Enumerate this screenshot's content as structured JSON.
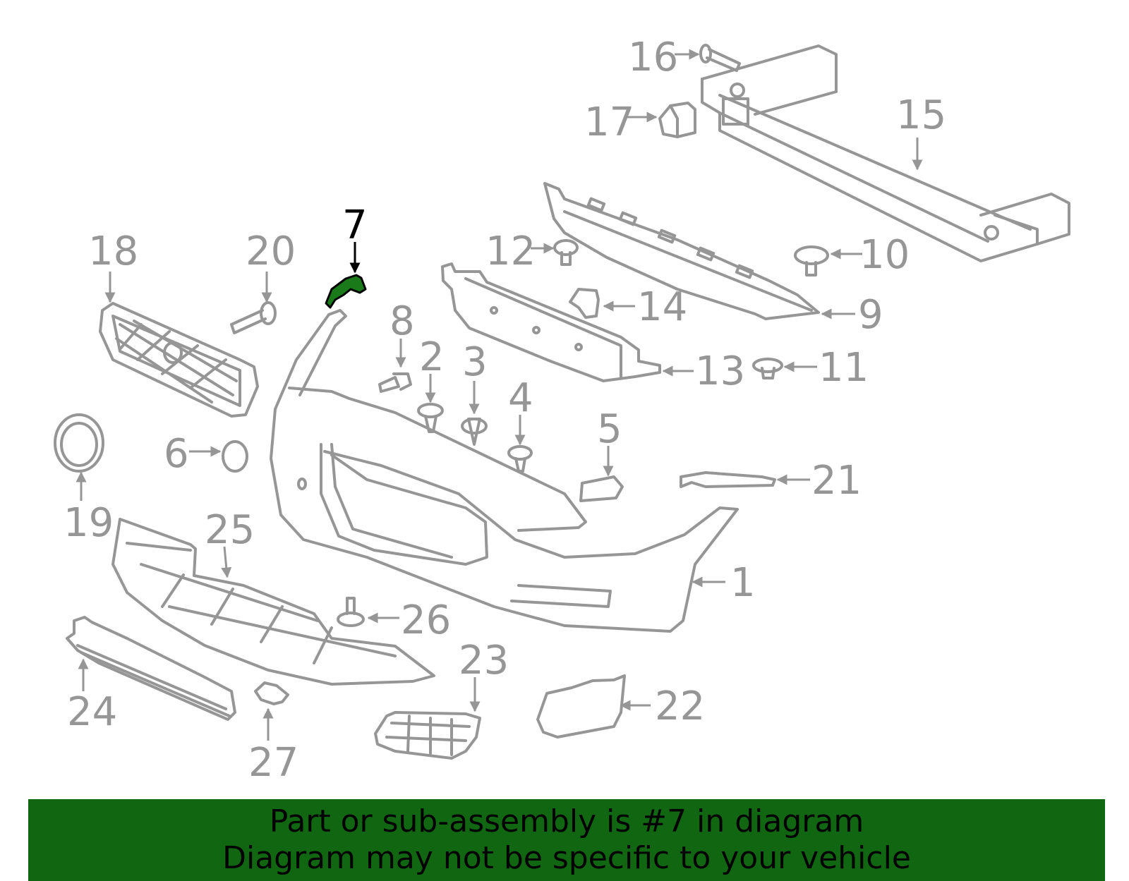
{
  "colors": {
    "line": "#969696",
    "highlight_fill": "#1a7a1a",
    "highlight_stroke": "#000000",
    "banner": "#116611",
    "banner_text": "#000000"
  },
  "callouts": [
    {
      "id": "1",
      "label": "1",
      "highlight": false
    },
    {
      "id": "2",
      "label": "2",
      "highlight": false
    },
    {
      "id": "3",
      "label": "3",
      "highlight": false
    },
    {
      "id": "4",
      "label": "4",
      "highlight": false
    },
    {
      "id": "5",
      "label": "5",
      "highlight": false
    },
    {
      "id": "6",
      "label": "6",
      "highlight": false
    },
    {
      "id": "7",
      "label": "7",
      "highlight": true
    },
    {
      "id": "8",
      "label": "8",
      "highlight": false
    },
    {
      "id": "9",
      "label": "9",
      "highlight": false
    },
    {
      "id": "10",
      "label": "10",
      "highlight": false
    },
    {
      "id": "11",
      "label": "11",
      "highlight": false
    },
    {
      "id": "12",
      "label": "12",
      "highlight": false
    },
    {
      "id": "13",
      "label": "13",
      "highlight": false
    },
    {
      "id": "14",
      "label": "14",
      "highlight": false
    },
    {
      "id": "15",
      "label": "15",
      "highlight": false
    },
    {
      "id": "16",
      "label": "16",
      "highlight": false
    },
    {
      "id": "17",
      "label": "17",
      "highlight": false
    },
    {
      "id": "18",
      "label": "18",
      "highlight": false
    },
    {
      "id": "19",
      "label": "19",
      "highlight": false
    },
    {
      "id": "20",
      "label": "20",
      "highlight": false
    },
    {
      "id": "21",
      "label": "21",
      "highlight": false
    },
    {
      "id": "22",
      "label": "22",
      "highlight": false
    },
    {
      "id": "23",
      "label": "23",
      "highlight": false
    },
    {
      "id": "24",
      "label": "24",
      "highlight": false
    },
    {
      "id": "25",
      "label": "25",
      "highlight": false
    },
    {
      "id": "26",
      "label": "26",
      "highlight": false
    },
    {
      "id": "27",
      "label": "27",
      "highlight": false
    }
  ],
  "banner": {
    "line1": "Part or sub-assembly is #7 in diagram",
    "line2": "Diagram may not be specific to your vehicle"
  }
}
